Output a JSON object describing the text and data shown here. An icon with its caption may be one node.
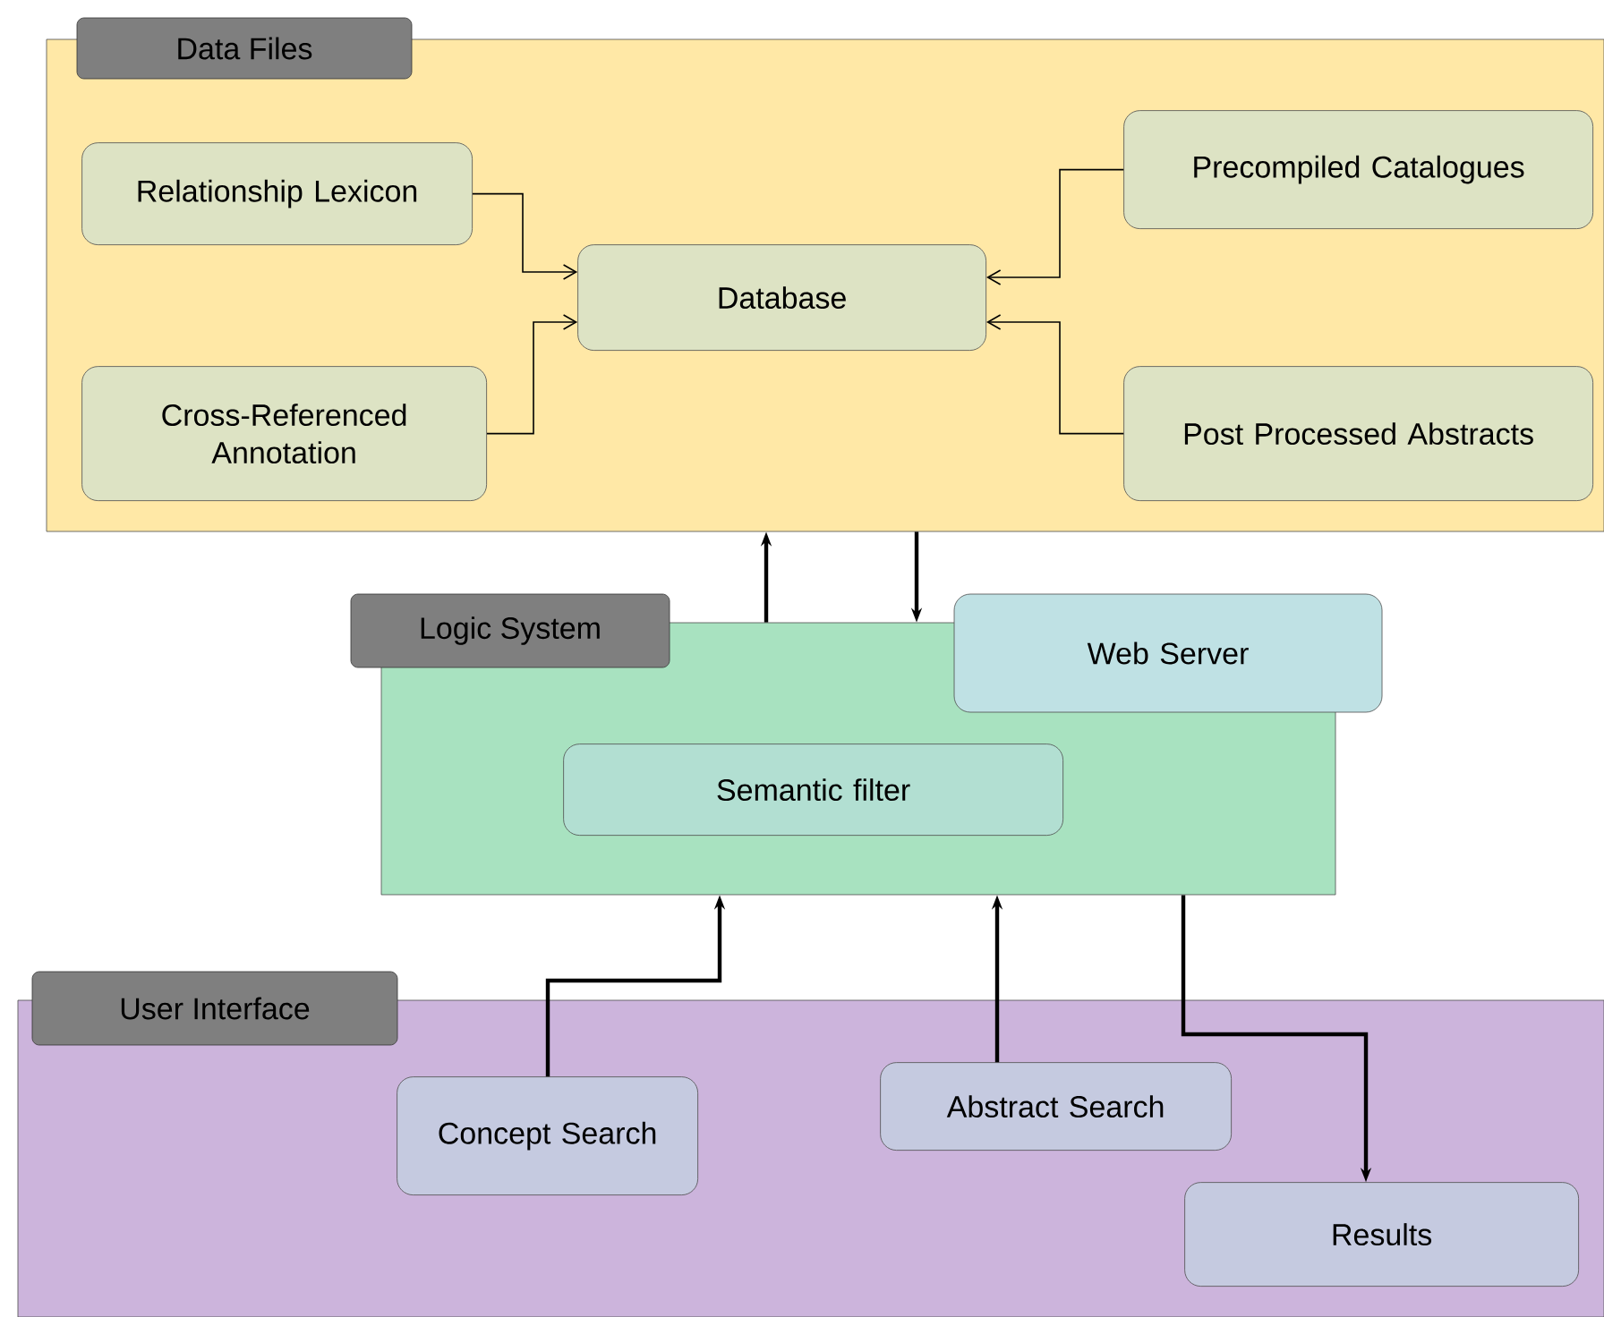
{
  "diagram": {
    "nodes": [
      {
        "text": [
          "Data Files"
        ]
      },
      {
        "text": [
          "Relationship Lexicon"
        ],
        "in": 0
      },
      {
        "text": [
          "Cross-Referenced Annotation"
        ],
        "in": 0
      },
      {
        "text": [
          "Database"
        ],
        "in": 0
      },
      {
        "text": [
          "Precompiled Catalogues"
        ],
        "in": 0
      },
      {
        "text": [
          "Post Processed Abstracts"
        ],
        "in": 0
      },
      {
        "text": [
          "Logic System"
        ]
      },
      {
        "text": [
          "Web Server"
        ]
      },
      {
        "text": [
          "Semantic filter"
        ],
        "in": 6
      },
      {
        "text": [
          "User Interface"
        ]
      },
      {
        "text": [
          "Concept Search"
        ],
        "in": 9
      },
      {
        "text": [
          "Abstract Search"
        ],
        "in": 9
      },
      {
        "text": [
          "Results"
        ],
        "in": 9
      }
    ],
    "edges": [
      {
        "from": 1,
        "to": 3,
        "arrow": "to"
      },
      {
        "from": 2,
        "to": 3,
        "arrow": "to"
      },
      {
        "from": 4,
        "to": 3,
        "arrow": "to"
      },
      {
        "from": 5,
        "to": 3,
        "arrow": "to"
      },
      {
        "from": 6,
        "to": 0,
        "arrow": "to"
      },
      {
        "from": 0,
        "to": 6,
        "arrow": "to"
      },
      {
        "from": 10,
        "to": 6,
        "arrow": "to"
      },
      {
        "from": 11,
        "to": 6,
        "arrow": "to"
      },
      {
        "from": 6,
        "to": 12,
        "arrow": "to"
      }
    ]
  }
}
